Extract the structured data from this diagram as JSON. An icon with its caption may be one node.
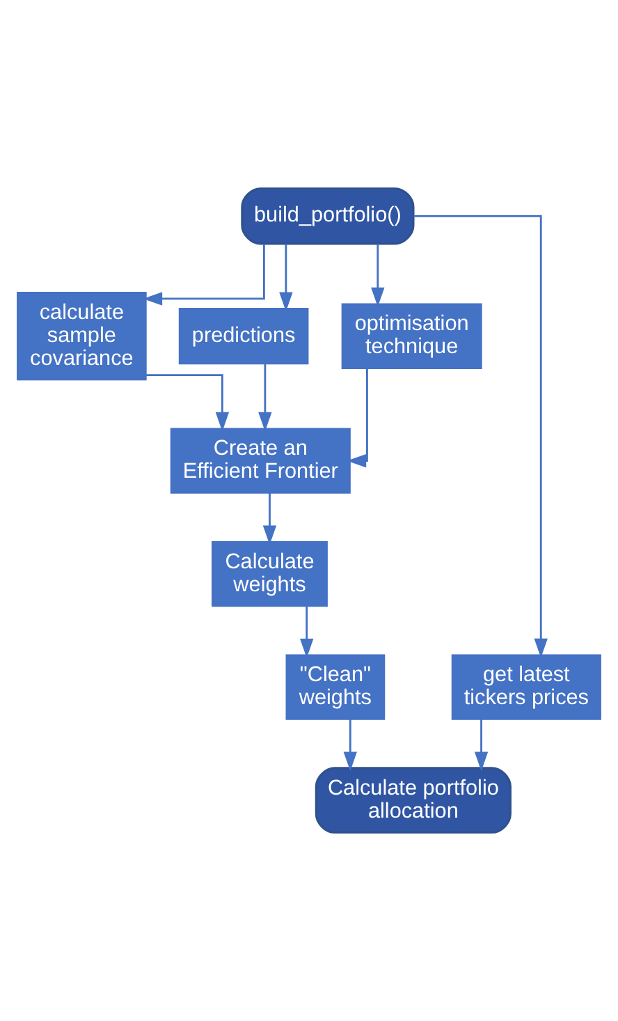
{
  "diagram": {
    "nodes": [
      {
        "text": [
          "build_portfolio()"
        ]
      },
      {
        "text": [
          "calculate sample covariance"
        ]
      },
      {
        "text": [
          "predictions"
        ]
      },
      {
        "text": [
          "optimisation technique"
        ]
      },
      {
        "text": [
          "Create an Efficient Frontier"
        ]
      },
      {
        "text": [
          "Calculate weights"
        ]
      },
      {
        "text": [
          "\"Clean\" weights"
        ]
      },
      {
        "text": [
          "get latest tickers prices"
        ]
      },
      {
        "text": [
          "Calculate portfolio allocation"
        ]
      }
    ],
    "edges": [
      {
        "from": 0,
        "to": 1,
        "arrow": "to"
      },
      {
        "from": 0,
        "to": 2,
        "arrow": "to"
      },
      {
        "from": 0,
        "to": 3,
        "arrow": "to"
      },
      {
        "from": 0,
        "to": 7,
        "arrow": "to"
      },
      {
        "from": 1,
        "to": 4,
        "arrow": "to"
      },
      {
        "from": 2,
        "to": 4,
        "arrow": "to"
      },
      {
        "from": 3,
        "to": 4,
        "arrow": "to"
      },
      {
        "from": 4,
        "to": 5,
        "arrow": "to"
      },
      {
        "from": 5,
        "to": 6,
        "arrow": "to"
      },
      {
        "from": 6,
        "to": 8,
        "arrow": "to"
      },
      {
        "from": 7,
        "to": 8,
        "arrow": "to"
      }
    ]
  }
}
